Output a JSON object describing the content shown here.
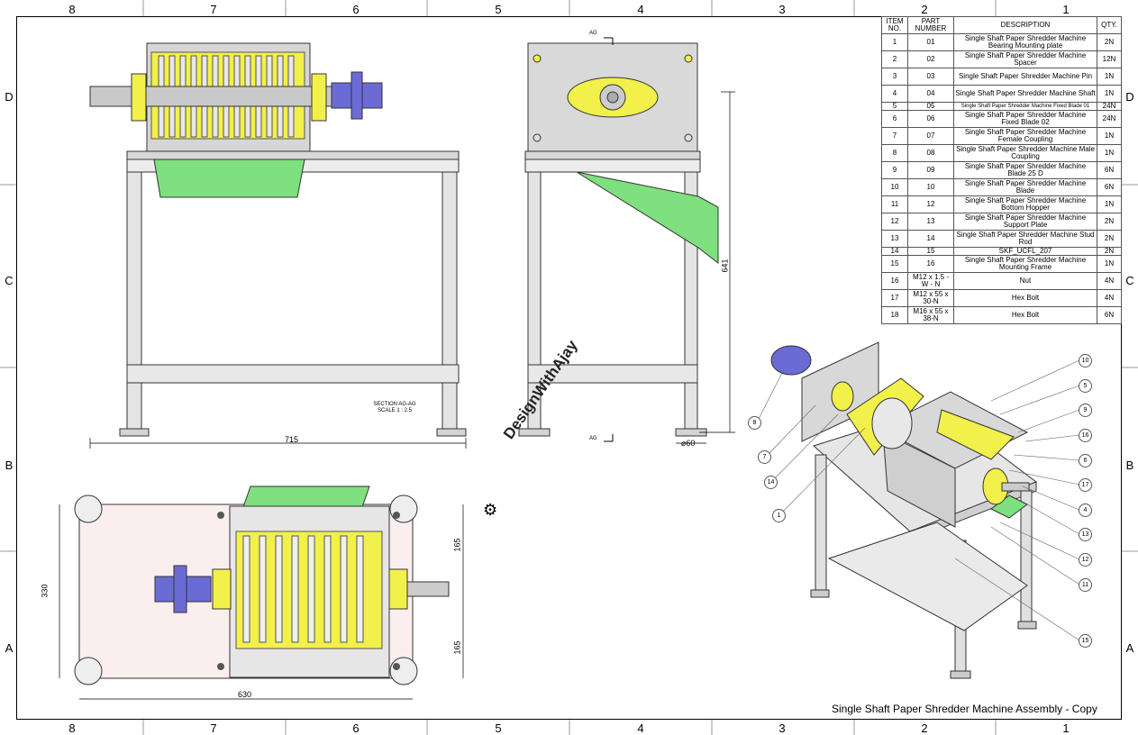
{
  "zones": {
    "columns": [
      "8",
      "7",
      "6",
      "5",
      "4",
      "3",
      "2",
      "1"
    ],
    "rows": [
      "D",
      "C",
      "B",
      "A"
    ]
  },
  "bom": {
    "headers": {
      "item": "ITEM NO.",
      "part": "PART NUMBER",
      "desc": "DESCRIPTION",
      "qty": "QTY."
    },
    "rows": [
      {
        "item": "1",
        "part": "01",
        "desc": "Single Shaft Paper Shredder Machine Bearing Mounting plate",
        "qty": "2N"
      },
      {
        "item": "2",
        "part": "02",
        "desc": "Single Shaft Paper Shredder Machine Spacer",
        "qty": "12N"
      },
      {
        "item": "3",
        "part": "03",
        "desc": "Single Shaft Paper Shredder Machine Pin",
        "qty": "1N"
      },
      {
        "item": "4",
        "part": "04",
        "desc": "Single Shaft Paper Shredder Machine Shaft",
        "qty": "1N"
      },
      {
        "item": "5",
        "part": "05",
        "desc": "Single Shaft Paper Shredder Machine Fixed Blade 01",
        "qty": "24N"
      },
      {
        "item": "6",
        "part": "06",
        "desc": "Single Shaft Paper Shredder Machine Fixed Blade 02",
        "qty": "24N"
      },
      {
        "item": "7",
        "part": "07",
        "desc": "Single Shaft Paper Shredder Machine Female Coupling",
        "qty": "1N"
      },
      {
        "item": "8",
        "part": "08",
        "desc": "Single Shaft Paper Shredder Machine Male Coupling",
        "qty": "1N"
      },
      {
        "item": "9",
        "part": "09",
        "desc": "Single Shaft Paper Shredder Machine Blade 25 D",
        "qty": "6N"
      },
      {
        "item": "10",
        "part": "10",
        "desc": "Single Shaft Paper Shredder Machine Blade",
        "qty": "6N"
      },
      {
        "item": "11",
        "part": "12",
        "desc": "Single Shaft Paper Shredder Machine Bottom Hopper",
        "qty": "1N"
      },
      {
        "item": "12",
        "part": "13",
        "desc": "Single Shaft Paper Shredder Machine Support Plate",
        "qty": "2N"
      },
      {
        "item": "13",
        "part": "14",
        "desc": "Single Shaft Paper Shredder Machine Stud Rod",
        "qty": "2N"
      },
      {
        "item": "14",
        "part": "15",
        "desc": "SKF_UCFL_207",
        "qty": "2N"
      },
      {
        "item": "15",
        "part": "16",
        "desc": "Single Shaft Paper Shredder Machine Mounting Frame",
        "qty": "1N"
      },
      {
        "item": "16",
        "part": "M12 x 1.5 - W - N",
        "desc": "Nut",
        "qty": "4N"
      },
      {
        "item": "17",
        "part": "M12 x 55 x 30-N",
        "desc": "Hex Bolt",
        "qty": "4N"
      },
      {
        "item": "18",
        "part": "M16 x 55 x 38-N",
        "desc": "Hex Bolt",
        "qty": "6N"
      }
    ]
  },
  "views": {
    "section_label": "SECTION AG-AG",
    "section_scale": "SCALE 1 : 2.5",
    "section_marker": "AG"
  },
  "dimensions": {
    "front_width": "715",
    "side_height": "641",
    "foot_dia": "⌀60",
    "top_width": "630",
    "top_depth": "330",
    "top_half_1": "165",
    "top_half_2": "165"
  },
  "balloons": [
    "10",
    "5",
    "9",
    "16",
    "6",
    "17",
    "4",
    "13",
    "12",
    "11",
    "15",
    "8",
    "7",
    "14",
    "1"
  ],
  "watermark": "DesignWithAjay",
  "title": "Single Shaft Paper Shredder Machine Assembly - Copy",
  "colors": {
    "blade": "#f2f04a",
    "hopper": "#7ee07e",
    "coupling": "#6b6bd6",
    "steel": "#cfcfcf"
  }
}
